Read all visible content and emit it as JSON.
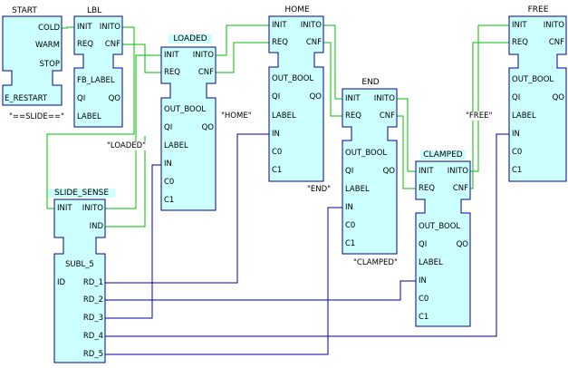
{
  "blocks": {
    "start": {
      "title": "START",
      "outputs": [
        "COLD",
        "WARM",
        "STOP",
        "E_RESTART"
      ]
    },
    "lbl": {
      "title": "LBL",
      "events_in": [
        "INIT"
      ],
      "events_out": [
        "INITO"
      ],
      "events_in2": [
        "REQ"
      ],
      "events_out2": [
        "CNF"
      ],
      "type": "FB_LABEL",
      "data_in": [
        "QI",
        "LABEL"
      ],
      "data_out": [
        "QO"
      ],
      "param_label": "\"==SLIDE==\""
    },
    "loaded": {
      "title": "LOADED",
      "ev_in": [
        "INIT",
        "REQ"
      ],
      "ev_out": [
        "INITO",
        "CNF"
      ],
      "type": "OUT_BOOL",
      "data_in": [
        "QI",
        "LABEL",
        "IN",
        "C0",
        "C1"
      ],
      "data_out": [
        "QO"
      ],
      "param_label": "\"LOADED\""
    },
    "home": {
      "title": "HOME",
      "ev_in": [
        "INIT",
        "REQ"
      ],
      "ev_out": [
        "INITO",
        "CNF"
      ],
      "type": "OUT_BOOL",
      "data_in": [
        "QI",
        "LABEL",
        "IN",
        "C0",
        "C1"
      ],
      "data_out": [
        "QO"
      ],
      "param_label": "\"HOME\""
    },
    "end": {
      "title": "END",
      "ev_in": [
        "INIT",
        "REQ"
      ],
      "ev_out": [
        "INITO",
        "CNF"
      ],
      "type": "OUT_BOOL",
      "data_in": [
        "QI",
        "LABEL",
        "IN",
        "C0",
        "C1"
      ],
      "data_out": [
        "QO"
      ],
      "param_label": "\"END\""
    },
    "clamped": {
      "title": "CLAMPED",
      "ev_in": [
        "INIT",
        "REQ"
      ],
      "ev_out": [
        "INITO",
        "CNF"
      ],
      "type": "OUT_BOOL",
      "data_in": [
        "QI",
        "LABEL",
        "IN",
        "C0",
        "C1"
      ],
      "data_out": [
        "QO"
      ],
      "param_label": "\"CLAMPED\""
    },
    "free": {
      "title": "FREE",
      "ev_in": [
        "INIT",
        "REQ"
      ],
      "ev_out": [
        "INITO",
        "CNF"
      ],
      "type": "OUT_BOOL",
      "data_in": [
        "QI",
        "LABEL",
        "IN",
        "C0",
        "C1"
      ],
      "data_out": [
        "QO"
      ],
      "param_label": "\"FREE\""
    },
    "slide_sense": {
      "title": "SLIDE_SENSE",
      "ev_in": [
        "INIT"
      ],
      "ev_out": [
        "INITO",
        "IND"
      ],
      "type": "SUBL_5",
      "data_in": [
        "ID"
      ],
      "data_out": [
        "RD_1",
        "RD_2",
        "RD_3",
        "RD_4",
        "RD_5"
      ]
    }
  },
  "colors": {
    "block_fill": "#ccffff",
    "block_border": "#0000a0",
    "event_wire": "#00c000",
    "data_wire": "#0000a0"
  }
}
